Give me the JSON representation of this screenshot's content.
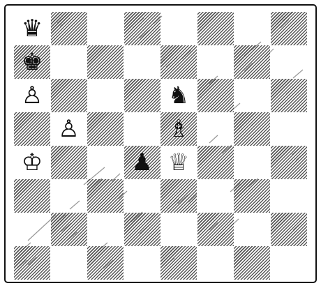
{
  "board": {
    "files": 8,
    "ranks": 8,
    "dark_squares": [
      {
        "file": 1,
        "rank": 0
      },
      {
        "file": 3,
        "rank": 0
      },
      {
        "file": 5,
        "rank": 0
      },
      {
        "file": 7,
        "rank": 0
      },
      {
        "file": 0,
        "rank": 1
      },
      {
        "file": 2,
        "rank": 1
      },
      {
        "file": 4,
        "rank": 1
      },
      {
        "file": 6,
        "rank": 1
      },
      {
        "file": 1,
        "rank": 2
      },
      {
        "file": 3,
        "rank": 2
      },
      {
        "file": 5,
        "rank": 2
      },
      {
        "file": 7,
        "rank": 2
      },
      {
        "file": 0,
        "rank": 3
      },
      {
        "file": 2,
        "rank": 3
      },
      {
        "file": 4,
        "rank": 3
      },
      {
        "file": 6,
        "rank": 3
      },
      {
        "file": 1,
        "rank": 4
      },
      {
        "file": 3,
        "rank": 4
      },
      {
        "file": 5,
        "rank": 4
      },
      {
        "file": 7,
        "rank": 4
      },
      {
        "file": 0,
        "rank": 5
      },
      {
        "file": 2,
        "rank": 5
      },
      {
        "file": 4,
        "rank": 5
      },
      {
        "file": 6,
        "rank": 5
      },
      {
        "file": 1,
        "rank": 6
      },
      {
        "file": 3,
        "rank": 6
      },
      {
        "file": 5,
        "rank": 6
      },
      {
        "file": 7,
        "rank": 6
      },
      {
        "file": 0,
        "rank": 7
      },
      {
        "file": 2,
        "rank": 7
      },
      {
        "file": 4,
        "rank": 7
      },
      {
        "file": 6,
        "rank": 7
      }
    ],
    "pieces": [
      {
        "id": "black-queen-a8",
        "glyph": "♛",
        "color": "black",
        "file": 0,
        "rank": 0
      },
      {
        "id": "black-king-a7",
        "glyph": "♚",
        "color": "black",
        "file": 0,
        "rank": 1
      },
      {
        "id": "white-pawn-a6",
        "glyph": "♙",
        "color": "white",
        "file": 0,
        "rank": 2
      },
      {
        "id": "black-knight-e6",
        "glyph": "♞",
        "color": "black",
        "file": 4,
        "rank": 2
      },
      {
        "id": "white-pawn-b5",
        "glyph": "♙",
        "color": "white",
        "file": 1,
        "rank": 3
      },
      {
        "id": "white-bishop-e5",
        "glyph": "♗",
        "color": "white",
        "file": 4,
        "rank": 3
      },
      {
        "id": "white-king-a4",
        "glyph": "♔",
        "color": "white",
        "file": 0,
        "rank": 4
      },
      {
        "id": "black-pawn-d4",
        "glyph": "♟",
        "color": "black",
        "file": 3,
        "rank": 4
      },
      {
        "id": "white-queen-e4",
        "glyph": "♕",
        "color": "white",
        "file": 4,
        "rank": 4
      }
    ]
  }
}
